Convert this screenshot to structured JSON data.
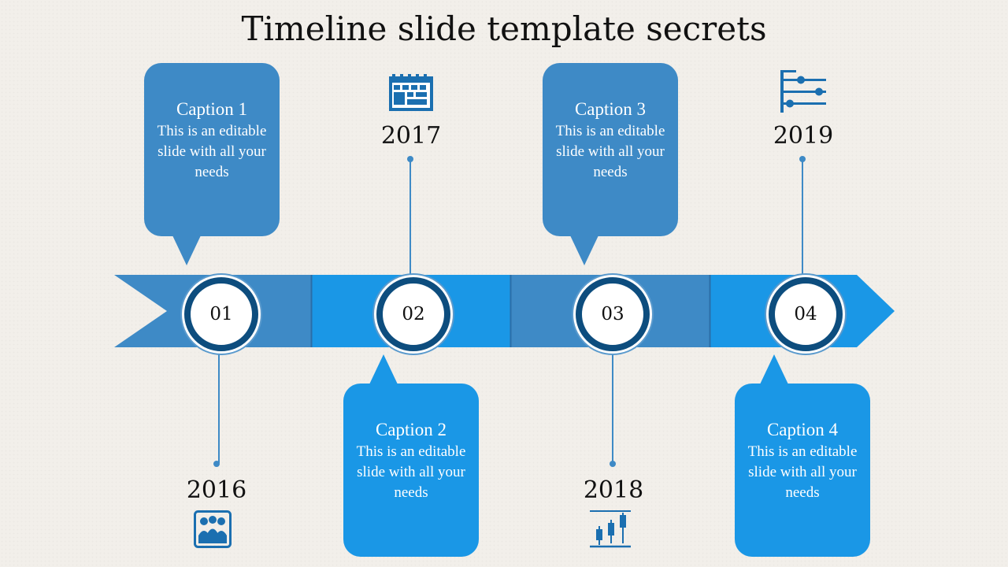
{
  "title": "Timeline slide template secrets",
  "colors": {
    "dark_blue": "#3e8ac6",
    "light_blue": "#1a97e6",
    "ring": "#0d4d7e",
    "icon": "#1b6fb0"
  },
  "steps": [
    {
      "number": "01",
      "year": "2016",
      "caption": "Caption 1",
      "body": "This is an editable slide with all your needs",
      "icon": "users-icon"
    },
    {
      "number": "02",
      "year": "2017",
      "caption": "Caption 2",
      "body": "This is an editable slide with all your needs",
      "icon": "calendar-icon"
    },
    {
      "number": "03",
      "year": "2018",
      "caption": "Caption 3",
      "body": "This is an editable slide with all your needs",
      "icon": "candlestick-chart-icon"
    },
    {
      "number": "04",
      "year": "2019",
      "caption": "Caption 4",
      "body": "This is an editable slide with all your needs",
      "icon": "sliders-icon"
    }
  ]
}
